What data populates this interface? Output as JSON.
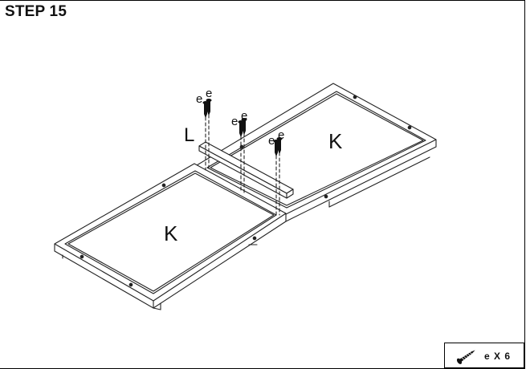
{
  "step": {
    "title": "STEP 15"
  },
  "parts": {
    "panel_left": "K",
    "panel_right": "K",
    "bar": "L",
    "screw_label": "e"
  },
  "legend": {
    "quantity_text": "e X 6",
    "icon": "screw-icon"
  }
}
